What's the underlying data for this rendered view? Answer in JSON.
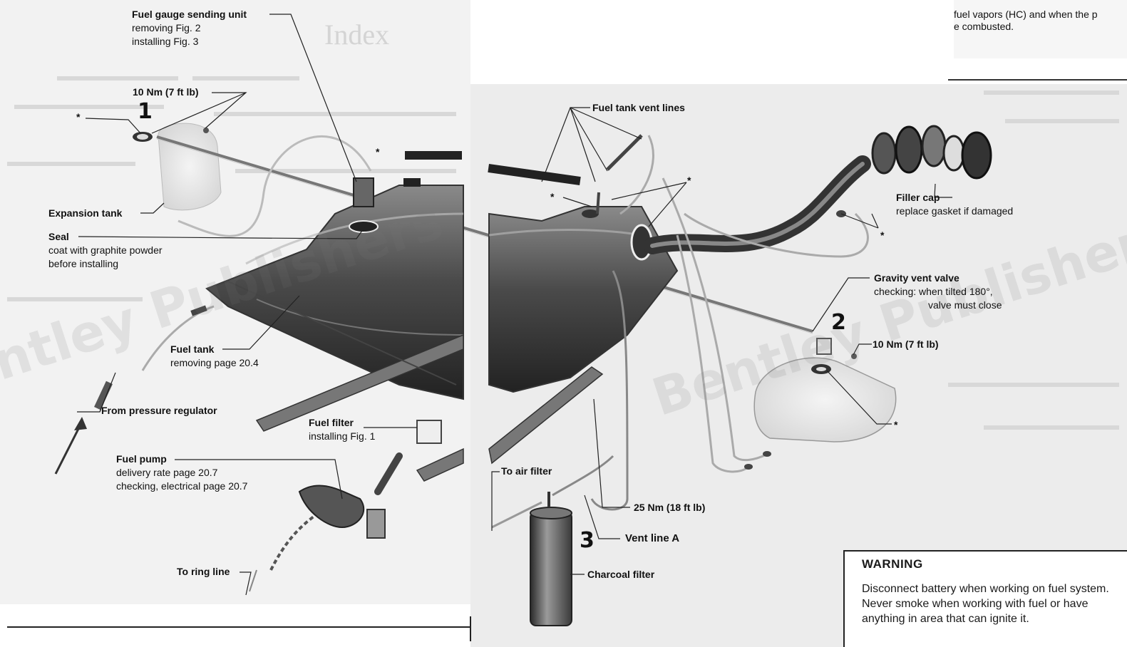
{
  "corner_text": {
    "line1": "fuel vapors (HC) and when the p",
    "line2": "e combusted."
  },
  "watermark": {
    "left": "ntley Publishers",
    "right": "Bentley Publishers"
  },
  "labels": {
    "fuel_gauge": {
      "title": "Fuel gauge sending unit",
      "line1": "removing Fig. 2",
      "line2": "installing Fig. 3"
    },
    "torque_left": {
      "title": "10 Nm (7 ft lb)"
    },
    "expansion_tank": {
      "title": "Expansion tank"
    },
    "seal": {
      "title": "Seal",
      "line1": "coat with graphite powder",
      "line2": "before installing"
    },
    "fuel_tank": {
      "title": "Fuel tank",
      "line1": "removing page 20.4"
    },
    "pressure_regulator": {
      "title": "From pressure regulator"
    },
    "fuel_filter": {
      "title": "Fuel filter",
      "line1": "installing Fig. 1"
    },
    "fuel_pump": {
      "title": "Fuel pump",
      "line1": "delivery rate page 20.7",
      "line2": "checking, electrical page 20.7"
    },
    "ring_line": {
      "title": "To ring line"
    },
    "vent_lines": {
      "title": "Fuel tank vent lines"
    },
    "filler_cap": {
      "title": "Filler cap",
      "line1": "replace gasket if damaged"
    },
    "gravity_valve": {
      "title": "Gravity vent valve",
      "line1": "checking: when tilted 180°,",
      "line2": "valve must close"
    },
    "torque_right": {
      "title": "10 Nm (7 ft lb)"
    },
    "air_filter": {
      "title": "To air filter"
    },
    "torque_25": {
      "title": "25 Nm (18 ft lb)"
    },
    "vent_line_a": {
      "title": "Vent line A"
    },
    "charcoal_filter": {
      "title": "Charcoal filter"
    }
  },
  "callouts": {
    "one": "1",
    "two": "2",
    "three": "3"
  },
  "star": "*",
  "warning": {
    "title": "WARNING",
    "body": "Disconnect battery when working on fuel system. Never smoke when working with fuel or have anything in area that can ignite it."
  }
}
